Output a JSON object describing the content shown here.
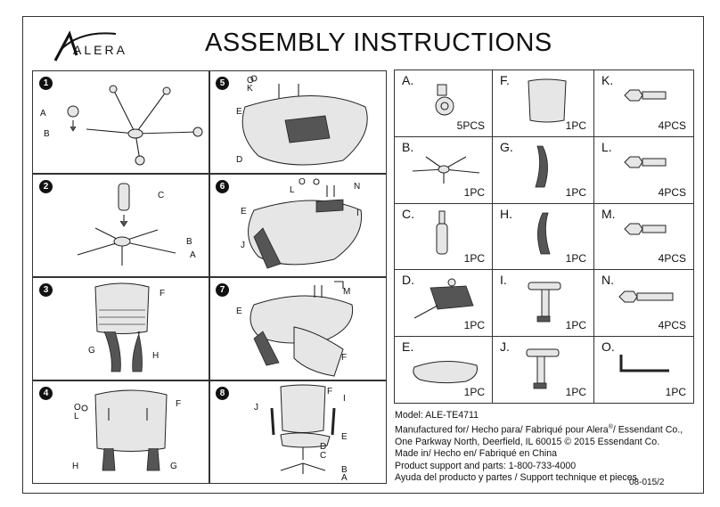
{
  "header": {
    "logo": "ALERA",
    "title": "ASSEMBLY INSTRUCTIONS"
  },
  "steps": [
    {
      "number": "1",
      "labels": [
        "A",
        "B"
      ]
    },
    {
      "number": "5",
      "labels": [
        "O",
        "K",
        "E",
        "D"
      ]
    },
    {
      "number": "2",
      "labels": [
        "C",
        "B",
        "A"
      ]
    },
    {
      "number": "6",
      "labels": [
        "O",
        "L",
        "N",
        "E",
        "I",
        "J"
      ]
    },
    {
      "number": "3",
      "labels": [
        "F",
        "G",
        "H"
      ]
    },
    {
      "number": "7",
      "labels": [
        "M",
        "E",
        "F"
      ]
    },
    {
      "number": "4",
      "labels": [
        "O",
        "L",
        "F",
        "H",
        "G"
      ]
    },
    {
      "number": "8",
      "labels": [
        "F",
        "I",
        "J",
        "E",
        "D",
        "C",
        "B",
        "A"
      ]
    }
  ],
  "parts": [
    {
      "letter": "A.",
      "qty": "5PCS",
      "icon": "caster-icon"
    },
    {
      "letter": "F.",
      "qty": "1PC",
      "icon": "backrest-icon"
    },
    {
      "letter": "K.",
      "qty": "4PCS",
      "icon": "bolt-icon"
    },
    {
      "letter": "B.",
      "qty": "1PC",
      "icon": "base-icon"
    },
    {
      "letter": "G.",
      "qty": "1PC",
      "icon": "back-bracket-icon"
    },
    {
      "letter": "L.",
      "qty": "4PCS",
      "icon": "bolt-icon"
    },
    {
      "letter": "C.",
      "qty": "1PC",
      "icon": "gas-cylinder-icon"
    },
    {
      "letter": "H.",
      "qty": "1PC",
      "icon": "back-bracket-icon"
    },
    {
      "letter": "M.",
      "qty": "4PCS",
      "icon": "bolt-icon"
    },
    {
      "letter": "D.",
      "qty": "1PC",
      "icon": "mechanism-icon"
    },
    {
      "letter": "I.",
      "qty": "1PC",
      "icon": "armrest-icon"
    },
    {
      "letter": "N.",
      "qty": "4PCS",
      "icon": "long-bolt-icon"
    },
    {
      "letter": "E.",
      "qty": "1PC",
      "icon": "seat-icon"
    },
    {
      "letter": "J.",
      "qty": "1PC",
      "icon": "armrest-icon"
    },
    {
      "letter": "O.",
      "qty": "1PC",
      "icon": "allen-key-icon"
    }
  ],
  "info": {
    "model": "Model: ALE-TE4711",
    "manufactured_pre": "Manufactured for/ Hecho para/ Fabriqué pour Alera",
    "manufactured_reg": "®",
    "manufactured_post": "/ Essendant Co.,",
    "address": "One Parkway North, Deerfield, IL 60015 © 2015 Essendant Co.",
    "made_in": "Made in/ Hecho en/ Fabriqué en China",
    "support": "Product support and parts: 1-800-733-4000",
    "support_translations": "Ayuda del producto y partes / Support technique et pieces",
    "code": "08-015/2"
  }
}
